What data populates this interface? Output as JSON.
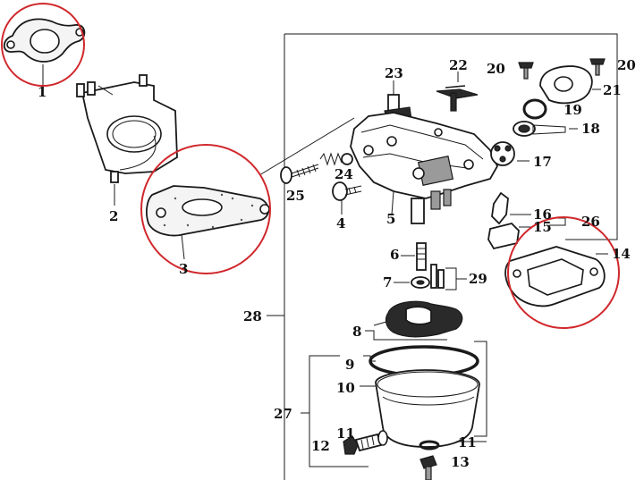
{
  "labels": {
    "p1": "1",
    "p2": "2",
    "p3": "3",
    "p4": "4",
    "p5": "5",
    "p6": "6",
    "p7": "7",
    "p8": "8",
    "p9": "9",
    "p10": "10",
    "p11a": "11",
    "p11b": "11",
    "p12": "12",
    "p13": "13",
    "p14": "14",
    "p15": "15",
    "p16": "16",
    "p17": "17",
    "p18": "18",
    "p19": "19",
    "p20a": "20",
    "p20b": "20",
    "p21": "21",
    "p22": "22",
    "p23": "23",
    "p24": "24",
    "p25": "25",
    "p26": "26",
    "p27": "27",
    "p28": "28",
    "p29": "29"
  },
  "colors": {
    "highlight": "#d0282c",
    "ink": "#1a1a1a"
  }
}
